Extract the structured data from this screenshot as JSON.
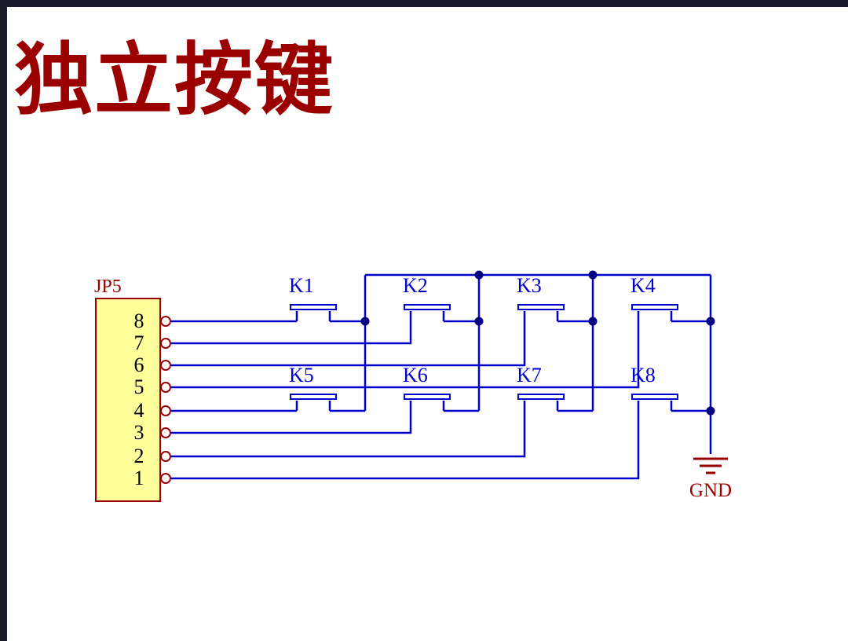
{
  "title": "独立按键",
  "connector": {
    "label": "JP5",
    "pins": [
      "8",
      "7",
      "6",
      "5",
      "4",
      "3",
      "2",
      "1"
    ]
  },
  "buttons": [
    "K1",
    "K2",
    "K3",
    "K4",
    "K5",
    "K6",
    "K7",
    "K8"
  ],
  "ground": {
    "label": "GND"
  },
  "colors": {
    "title_red": "#9B0000",
    "wire_blue": "#0000CC",
    "junction_navy": "#000080",
    "connector_fill": "#FFFF9C",
    "schematic_red": "#990000",
    "frame_dark": "#1B1B2E",
    "background": "#FFFFFF"
  }
}
